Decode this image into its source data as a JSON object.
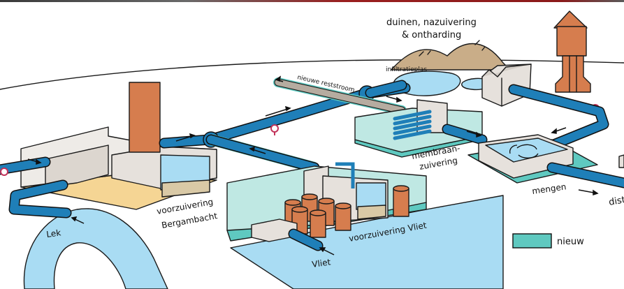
{
  "title": "Drinkwaterproductie schema",
  "colors": {
    "pipe": "#1f7fb8",
    "water": "#a9dcf3",
    "new_area": "#5fc9c0",
    "tank": "#d67d4e",
    "building": "#e6e1dc",
    "dune": "#c9ad88",
    "sand": "#f5d594",
    "residual": "#b6aca0",
    "valve": "#c2335a"
  },
  "labels": {
    "duinen_line1": "duinen, nazuivering",
    "duinen_line2": "& ontharding",
    "infiltratieplas": "infiltratieplas",
    "nieuwe_reststroom": "nieuwe reststroom",
    "membraan_line1": "membraan-",
    "membraan_line2": "zuivering",
    "mengen": "mengen",
    "distributie": "dist",
    "voorzuivering_bergambacht_line1": "voorzuivering",
    "voorzuivering_bergambacht_line2": "Bergambacht",
    "voorzuivering_vliet": "voorzuivering Vliet",
    "lek": "Lek",
    "vliet": "Vliet"
  },
  "legend": {
    "items": [
      {
        "label": "nieuw",
        "color": "#5fc9c0"
      }
    ]
  },
  "icons": {
    "valve": "valve-icon",
    "flow_arrow": "arrow-icon",
    "water_tower": "water-tower-icon",
    "mixing_swirl": "swirl-icon"
  }
}
